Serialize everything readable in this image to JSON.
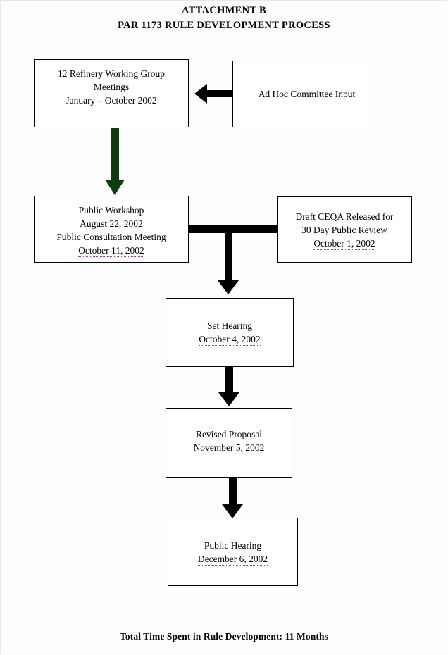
{
  "document": {
    "title_lines": [
      "ATTACHMENT B",
      "PAR 1173 RULE DEVELOPMENT PROCESS"
    ],
    "footer": "Total Time Spent in Rule Development: 11 Months"
  },
  "colors": {
    "page_background": "#fdfdfd",
    "box_border": "#000000",
    "box_fill": "#ffffff",
    "text": "#000000",
    "arrow_black": "#000000",
    "arrow_green": "#0d3d0d",
    "date_underline": "#9d3a8c"
  },
  "flowchart": {
    "type": "process-flow-diagram",
    "nodes": [
      {
        "id": "refinery-working-group",
        "lines": [
          {
            "text": "12 Refinery Working Group",
            "dated": false
          },
          {
            "text": "Meetings",
            "dated": false
          },
          {
            "text": "January – October 2002",
            "dated": false
          }
        ]
      },
      {
        "id": "ad-hoc-committee-input",
        "lines": [
          {
            "text": "Ad Hoc Committee Input",
            "dated": false
          }
        ]
      },
      {
        "id": "public-workshop",
        "lines": [
          {
            "text": "Public Workshop",
            "dated": false
          },
          {
            "text": "August 22, 2002",
            "dated": true
          },
          {
            "text": "Public Consultation Meeting",
            "dated": false
          },
          {
            "text": "October 11, 2002",
            "dated": true
          }
        ]
      },
      {
        "id": "draft-ceqa",
        "lines": [
          {
            "text": "Draft CEQA Released for",
            "dated": false
          },
          {
            "text": "30 Day Public Review",
            "dated": false
          },
          {
            "text": "October 1, 2002",
            "dated": true
          }
        ]
      },
      {
        "id": "set-hearing",
        "lines": [
          {
            "text": "Set Hearing",
            "dated": false
          },
          {
            "text": "October 4, 2002",
            "dated": true
          }
        ]
      },
      {
        "id": "revised-proposal",
        "lines": [
          {
            "text": "Revised Proposal",
            "dated": false
          },
          {
            "text": "November 5, 2002",
            "dated": true
          }
        ]
      },
      {
        "id": "public-hearing",
        "lines": [
          {
            "text": "Public Hearing",
            "dated": false
          },
          {
            "text": "December 6, 2002",
            "dated": true
          }
        ]
      }
    ],
    "edges": [
      {
        "id": "adhoc-to-refinery",
        "from": "ad-hoc-committee-input",
        "to": "refinery-working-group",
        "direction": "left",
        "color": "#000000"
      },
      {
        "id": "refinery-to-workshop",
        "from": "refinery-working-group",
        "to": "public-workshop",
        "direction": "down",
        "color": "#0d3d0d"
      },
      {
        "id": "workshop-ceqa-to-sethearing",
        "from": "public-workshop + draft-ceqa",
        "to": "set-hearing",
        "direction": "down",
        "color": "#000000"
      },
      {
        "id": "sethearing-to-revised",
        "from": "set-hearing",
        "to": "revised-proposal",
        "direction": "down",
        "color": "#000000"
      },
      {
        "id": "revised-to-publichearing",
        "from": "revised-proposal",
        "to": "public-hearing",
        "direction": "down",
        "color": "#000000"
      }
    ]
  }
}
